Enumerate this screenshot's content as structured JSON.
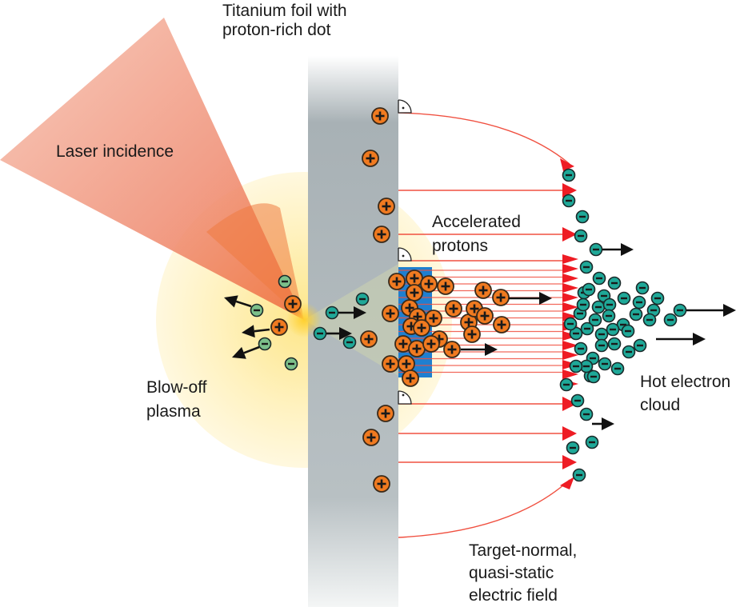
{
  "title": "Laser-driven proton acceleration from a titanium foil with proton-rich dot",
  "labels": {
    "foil_line1": "Titanium foil with",
    "foil_line2": "proton-rich dot",
    "laser": "Laser incidence",
    "accel_line1": "Accelerated",
    "accel_line2": "protons",
    "plasma_line1": "Blow-off",
    "plasma_line2": "plasma",
    "electron_line1": "Hot electron",
    "electron_line2": "cloud",
    "field_line1": "Target-normal,",
    "field_line2": "quasi-static",
    "field_line3": "electric field"
  },
  "particles": {
    "proton_symbol": "+",
    "electron_symbol": "−",
    "proton_count_in_dot_region": 30,
    "electron_count_in_cloud": 60
  },
  "colors": {
    "laser": "#f08a70",
    "plasma": "#fff3b8",
    "foil": "#a9b2b6",
    "proton_dot": "#1f7fd0",
    "proton": "#f07a20",
    "electron": "#1fa898",
    "plasma_electron": "#7cc08a",
    "field_line": "#f05040",
    "field_arrow": "#ee1c24",
    "motion_arrow": "#111111"
  },
  "icons": {
    "right_angle_marker": "right-angle-icon",
    "motion_arrow": "arrow-right-icon"
  }
}
